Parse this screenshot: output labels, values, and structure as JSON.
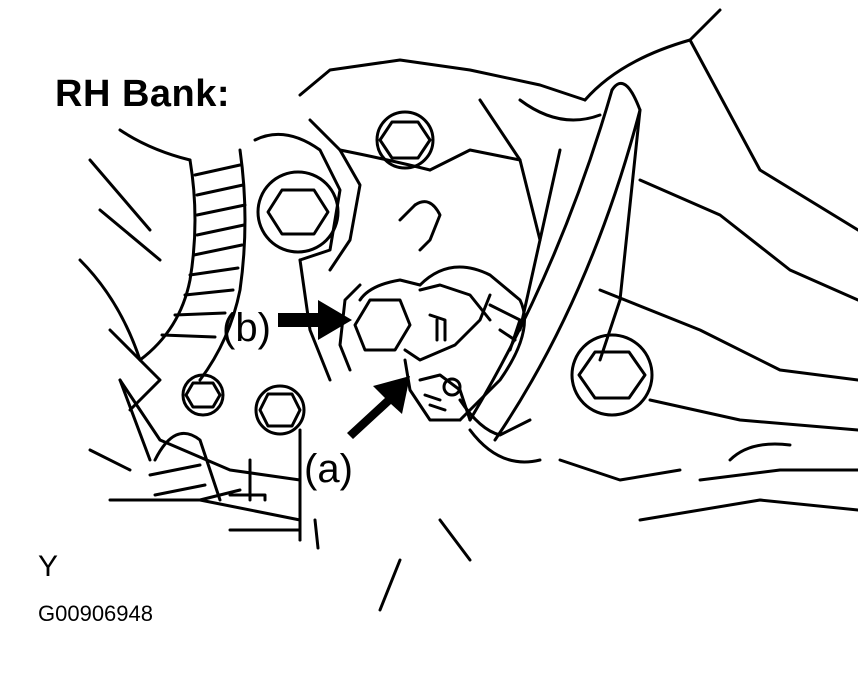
{
  "diagram": {
    "title": "RH Bank:",
    "callouts": [
      {
        "id": "a",
        "text": "(a)"
      },
      {
        "id": "b",
        "text": "(b)"
      }
    ],
    "view_letter": "Y",
    "figure_code": "G00906948"
  },
  "colors": {
    "ink": "#000000",
    "paper": "#ffffff"
  }
}
